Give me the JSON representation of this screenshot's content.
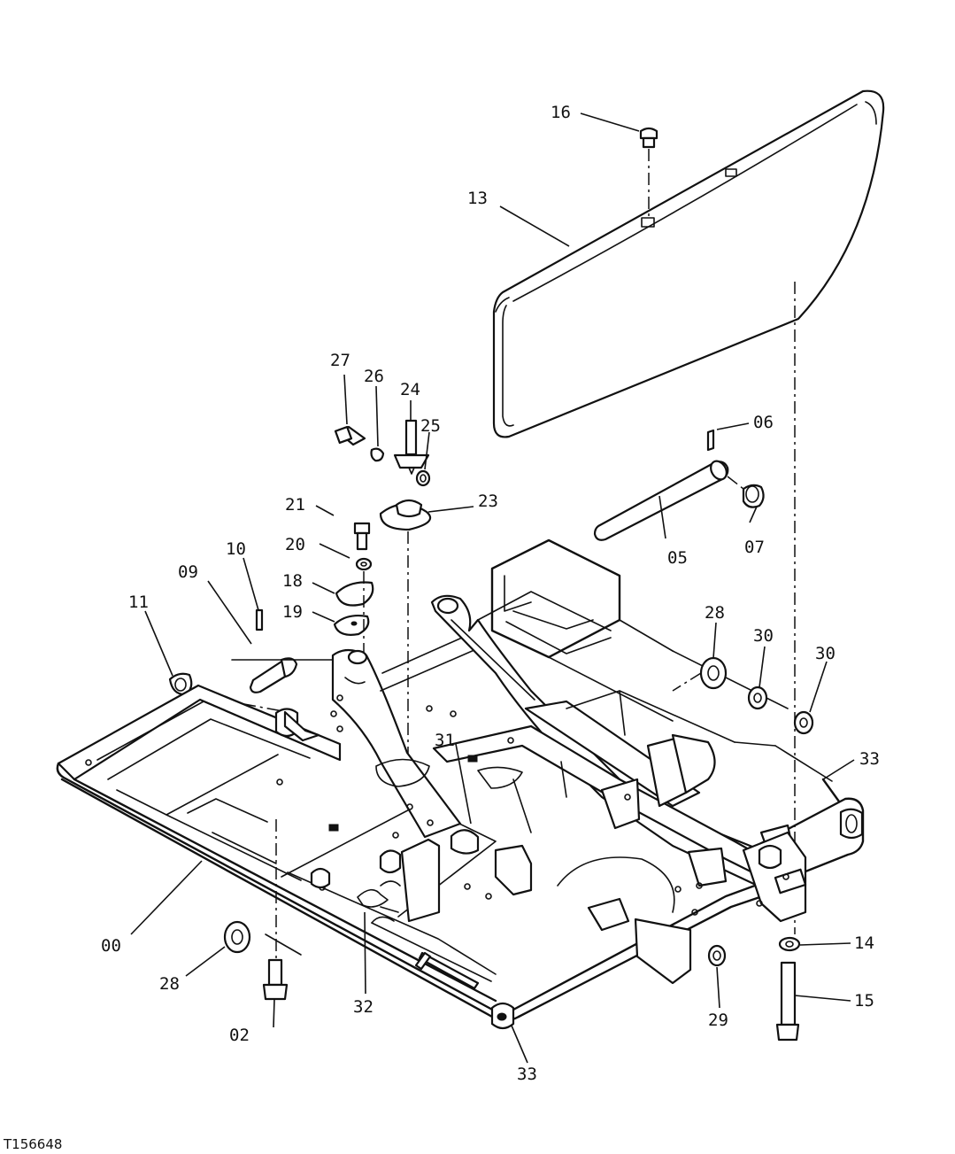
{
  "figure_id": "T156648",
  "callouts": {
    "c00": "00",
    "c02": "02",
    "c05": "05",
    "c06": "06",
    "c07": "07",
    "c09": "09",
    "c10": "10",
    "c11": "11",
    "c13": "13",
    "c14": "14",
    "c15": "15",
    "c16": "16",
    "c18": "18",
    "c19": "19",
    "c20": "20",
    "c21": "21",
    "c23": "23",
    "c24": "24",
    "c25": "25",
    "c26": "26",
    "c27": "27",
    "c28a": "28",
    "c28b": "28",
    "c29": "29",
    "c30a": "30",
    "c30b": "30",
    "c31": "31",
    "c32": "32",
    "c33a": "33",
    "c33b": "33"
  }
}
